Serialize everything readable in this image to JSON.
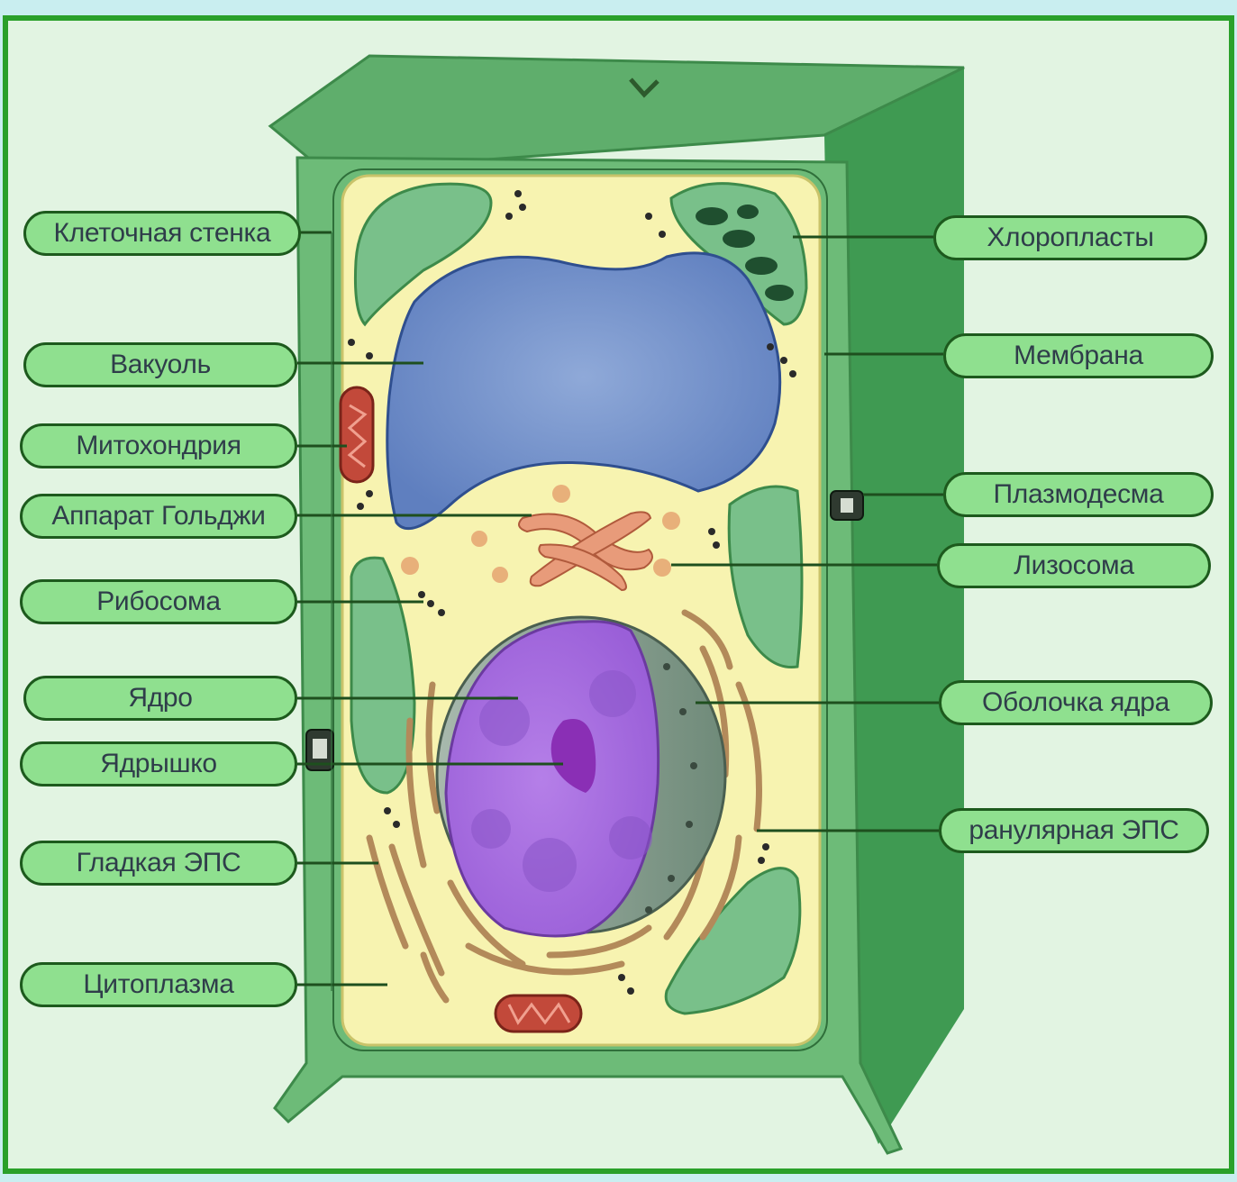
{
  "colors": {
    "background": "#c9eef0",
    "frame_border": "#2aa02a",
    "panel": "#e2f4e2",
    "cell_wall": "#6dbb78",
    "cell_wall_dark": "#3f9a52",
    "cytoplasm": "#f7f3b0",
    "vacuole": "#6f8fc9",
    "nucleus": "#a46be0",
    "nucleolus": "#8a2fb5",
    "chloroplast": "#79c08a",
    "mitochondria": "#c2493a",
    "golgi": "#e89b7a",
    "label_fill": "#8fe08f",
    "label_border": "#1d5a1d",
    "label_text": "#2f3d4a",
    "leader_line": "#1e4f1e"
  },
  "labels": {
    "cell_wall": "Клеточная стенка",
    "vacuole": "Вакуоль",
    "mitochondria": "Митохондрия",
    "golgi": "Аппарат Гольджи",
    "ribosome": "Рибосома",
    "nucleus": "Ядро",
    "nucleolus": "Ядрышко",
    "smooth_er": "Гладкая ЭПС",
    "cytoplasm": "Цитоплазма",
    "chloroplasts": "Хлоропласты",
    "membrane": "Мембрана",
    "plasmodesma": "Плазмодесма",
    "lysosome": "Лизосома",
    "nuclear_envelope": "Оболочка ядра",
    "rough_er": "ранулярная ЭПС"
  }
}
